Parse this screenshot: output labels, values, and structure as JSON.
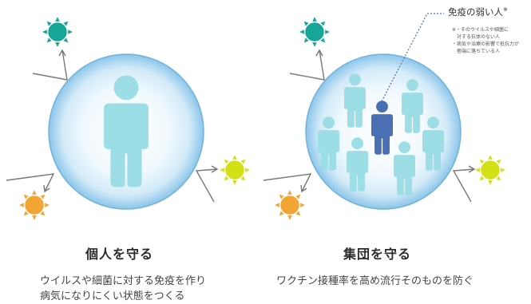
{
  "panels": [
    {
      "title": "個人を守る",
      "description_lines": [
        "ウイルスや細菌に対する免疫を作り",
        "病気になりにくい状態をつくる"
      ]
    },
    {
      "title": "集団を守る",
      "description_lines": [
        "ワクチン接種率を高め流行そのものを防ぐ"
      ]
    }
  ],
  "callout": {
    "label": "免疫の弱い人",
    "mark": "※",
    "notes": [
      "※・そのウイルスや細菌に",
      "　対する抗体のない人",
      "・病気や治療の影響で抵抗力が",
      "　極端に落ちている人"
    ]
  },
  "colors": {
    "person_light": "#9cdde6",
    "person_highlight": "#4a6fb3",
    "virus_teal": "#16a597",
    "virus_yellow": "#d2e015",
    "virus_orange": "#f2a532",
    "bubble_edge": "#6fb2dd",
    "arrow": "#777777"
  }
}
